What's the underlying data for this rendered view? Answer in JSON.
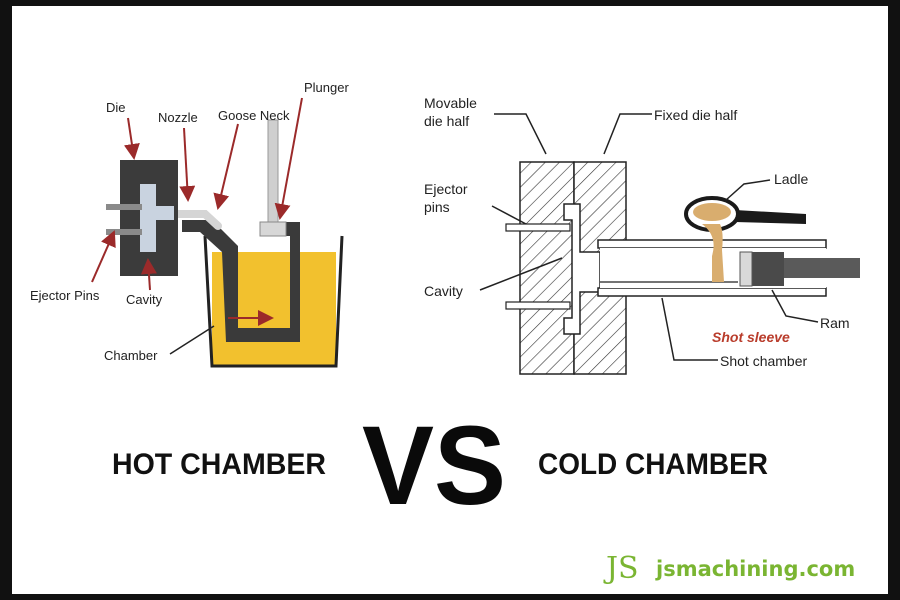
{
  "hot": {
    "labels": {
      "die": "Die",
      "nozzle": "Nozzle",
      "goose_neck": "Goose Neck",
      "plunger": "Plunger",
      "ejector_pins": "Ejector Pins",
      "cavity": "Cavity",
      "chamber": "Chamber"
    },
    "title": "HOT CHAMBER",
    "metal_color": "#f2c12e"
  },
  "cold": {
    "labels": {
      "movable_die_half_1": "Movable",
      "movable_die_half_2": "die half",
      "fixed_die_half": "Fixed die half",
      "ejector_pins_1": "Ejector",
      "ejector_pins_2": "pins",
      "cavity": "Cavity",
      "ladle": "Ladle",
      "ram": "Ram",
      "shot_sleeve": "Shot sleeve",
      "shot_chamber": "Shot chamber"
    },
    "title": "COLD CHAMBER",
    "metal_color": "#d9ad6e"
  },
  "vs_text": "VS",
  "brand": {
    "logo": "JS",
    "site": "jsmachining.com",
    "color": "#7ab532"
  }
}
